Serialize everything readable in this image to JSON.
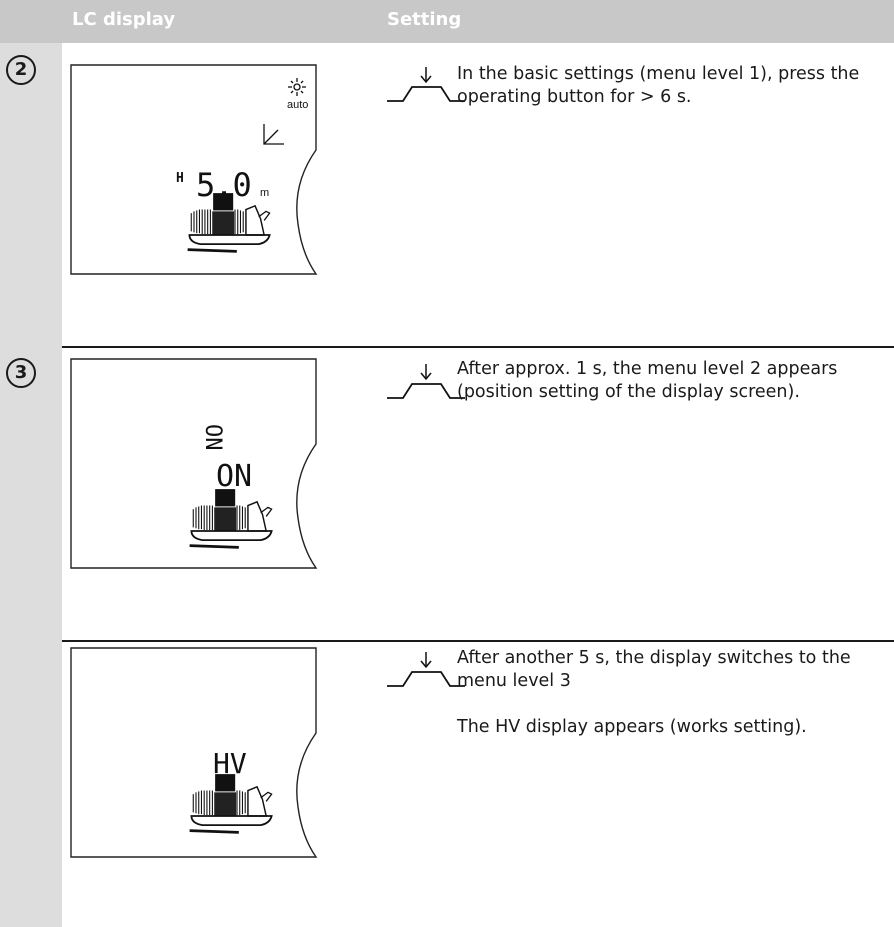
{
  "header": {
    "col_display": "LC display",
    "col_setting": "Setting"
  },
  "rows": [
    {
      "step": "2",
      "lcd": {
        "letter": "H",
        "value": "5,0",
        "unit": "m",
        "mode": "auto",
        "icons": [
          "sun-icon",
          "angle-icon",
          "pump-icon"
        ]
      },
      "text": [
        "In the basic settings (menu level 1), press the operating button for > 6 s."
      ]
    },
    {
      "step": "3",
      "lcd": {
        "value": "ON",
        "vertical": "ON",
        "icons": [
          "pump-icon"
        ]
      },
      "text": [
        "After approx. 1 s, the menu level 2 appears (position setting of the display screen)."
      ]
    },
    {
      "step": "",
      "lcd": {
        "value": "HV",
        "icons": [
          "pump-icon"
        ]
      },
      "text": [
        "After another 5 s, the display switches to the menu level 3",
        "The HV display appears (works setting)."
      ]
    }
  ]
}
